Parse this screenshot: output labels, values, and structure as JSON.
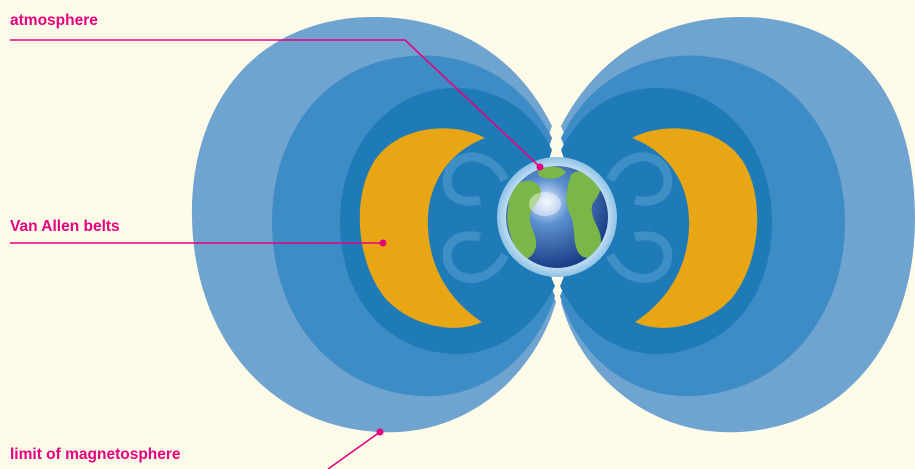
{
  "labels": {
    "atmosphere": "atmosphere",
    "van_allen_belts": "Van Allen belts",
    "limit_of_magnetosphere": "limit of magnetosphere"
  },
  "colors": {
    "background": "#fefbe9",
    "outer_magnetosphere": "#6fa3d0",
    "middle_layer": "#3d8cc6",
    "inner_layer": "#1f7bb8",
    "belts": "#e8a615",
    "label_and_pointer": "#e5007e",
    "earth_ocean": "#2c5fa8",
    "earth_land": "#7ab648"
  }
}
